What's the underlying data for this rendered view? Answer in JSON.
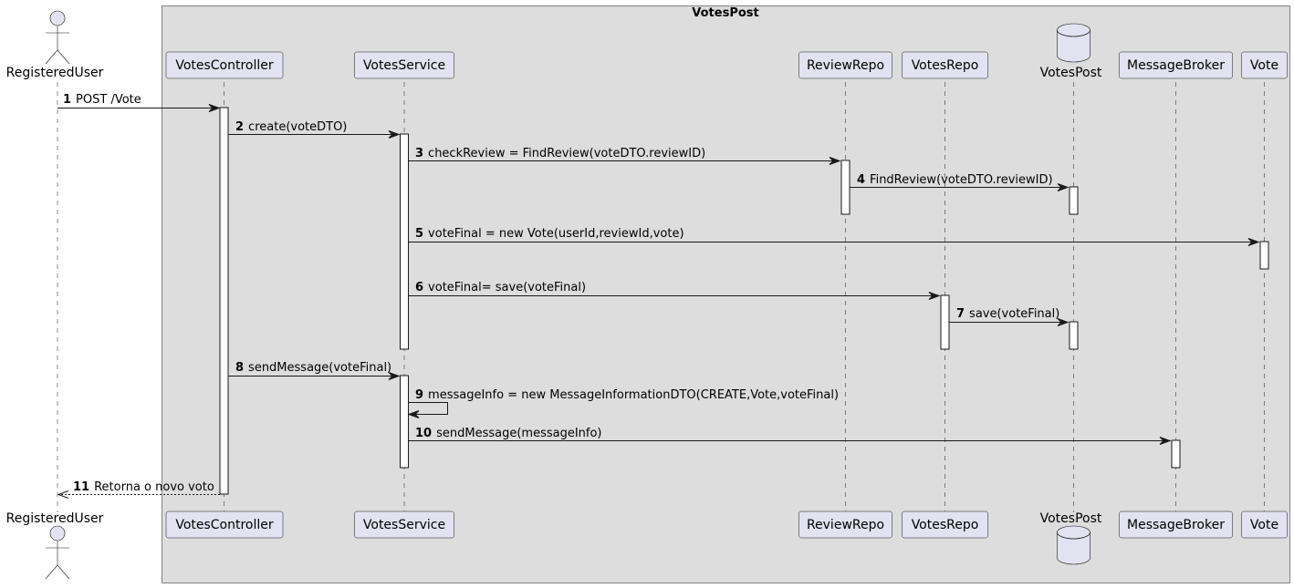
{
  "diagram": {
    "box_title": "VotesPost",
    "participants": [
      {
        "id": "user",
        "label": "RegisteredUser",
        "kind": "actor"
      },
      {
        "id": "controller",
        "label": "VotesController",
        "kind": "participant"
      },
      {
        "id": "service",
        "label": "VotesService",
        "kind": "participant"
      },
      {
        "id": "reviewrepo",
        "label": "ReviewRepo",
        "kind": "participant"
      },
      {
        "id": "votesrepo",
        "label": "VotesRepo",
        "kind": "participant"
      },
      {
        "id": "db",
        "label": "VotesPost",
        "kind": "database"
      },
      {
        "id": "broker",
        "label": "MessageBroker",
        "kind": "participant"
      },
      {
        "id": "vote",
        "label": "Vote",
        "kind": "participant"
      }
    ],
    "messages": [
      {
        "num": "1",
        "text": "POST /Vote",
        "from": "user",
        "to": "controller",
        "kind": "sync"
      },
      {
        "num": "2",
        "text": "create(voteDTO)",
        "from": "controller",
        "to": "service",
        "kind": "sync"
      },
      {
        "num": "3",
        "text": "checkReview = FindReview(voteDTO.reviewID)",
        "from": "service",
        "to": "reviewrepo",
        "kind": "sync"
      },
      {
        "num": "4",
        "text": "FindReview(voteDTO.reviewID)",
        "from": "reviewrepo",
        "to": "db",
        "kind": "sync"
      },
      {
        "num": "5",
        "text": "voteFinal = new Vote(userId,reviewId,vote)",
        "from": "service",
        "to": "vote",
        "kind": "sync"
      },
      {
        "num": "6",
        "text": "voteFinal= save(voteFinal)",
        "from": "service",
        "to": "votesrepo",
        "kind": "sync"
      },
      {
        "num": "7",
        "text": "save(voteFinal)",
        "from": "votesrepo",
        "to": "db",
        "kind": "sync"
      },
      {
        "num": "8",
        "text": "sendMessage(voteFinal)",
        "from": "controller",
        "to": "service",
        "kind": "sync"
      },
      {
        "num": "9",
        "text": "messageInfo = new MessageInformationDTO(CREATE,Vote,voteFinal)",
        "from": "service",
        "to": "service",
        "kind": "self"
      },
      {
        "num": "10",
        "text": "sendMessage(messageInfo)",
        "from": "service",
        "to": "broker",
        "kind": "sync"
      },
      {
        "num": "11",
        "text": "Retorna o novo voto",
        "from": "controller",
        "to": "user",
        "kind": "return"
      }
    ]
  }
}
